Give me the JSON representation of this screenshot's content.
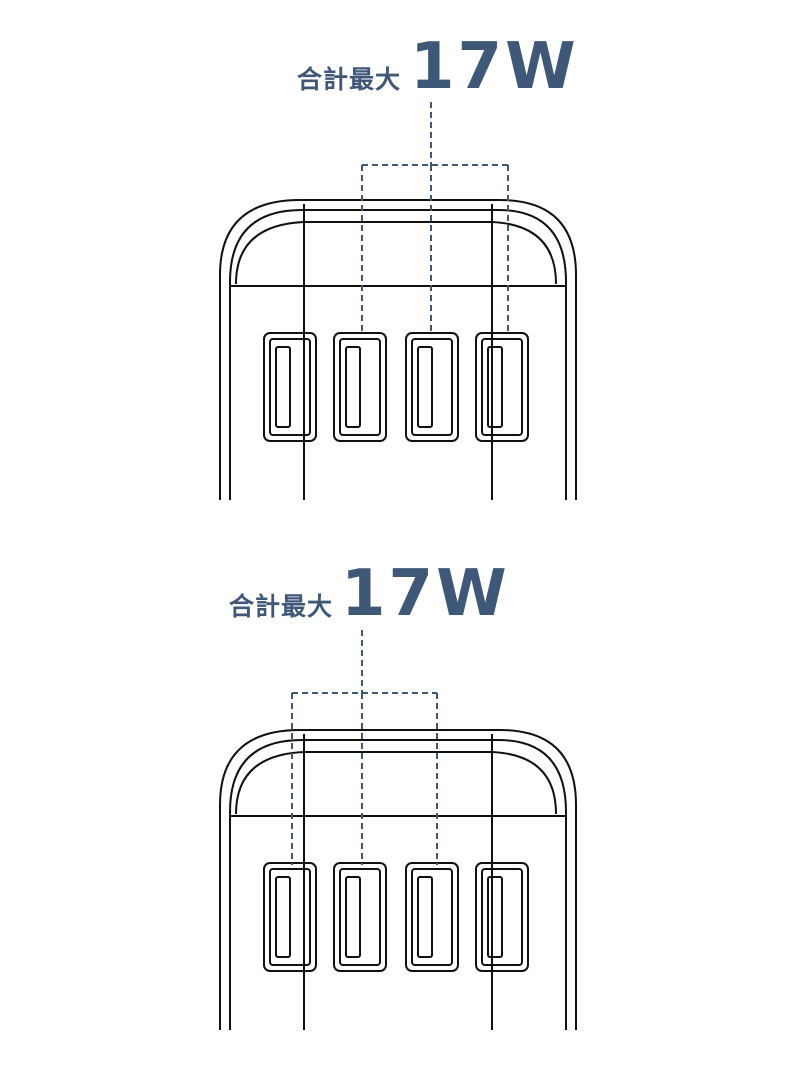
{
  "colors": {
    "accent": "#3f5878",
    "line": "#111111",
    "background": "#ffffff"
  },
  "panels": [
    {
      "id": "top",
      "label_prefix": "合計最大",
      "label_value": "17W",
      "grouped_ports": [
        2,
        3,
        4
      ]
    },
    {
      "id": "bottom",
      "label_prefix": "合計最大",
      "label_value": "17W",
      "grouped_ports": [
        1,
        2,
        3
      ]
    }
  ]
}
